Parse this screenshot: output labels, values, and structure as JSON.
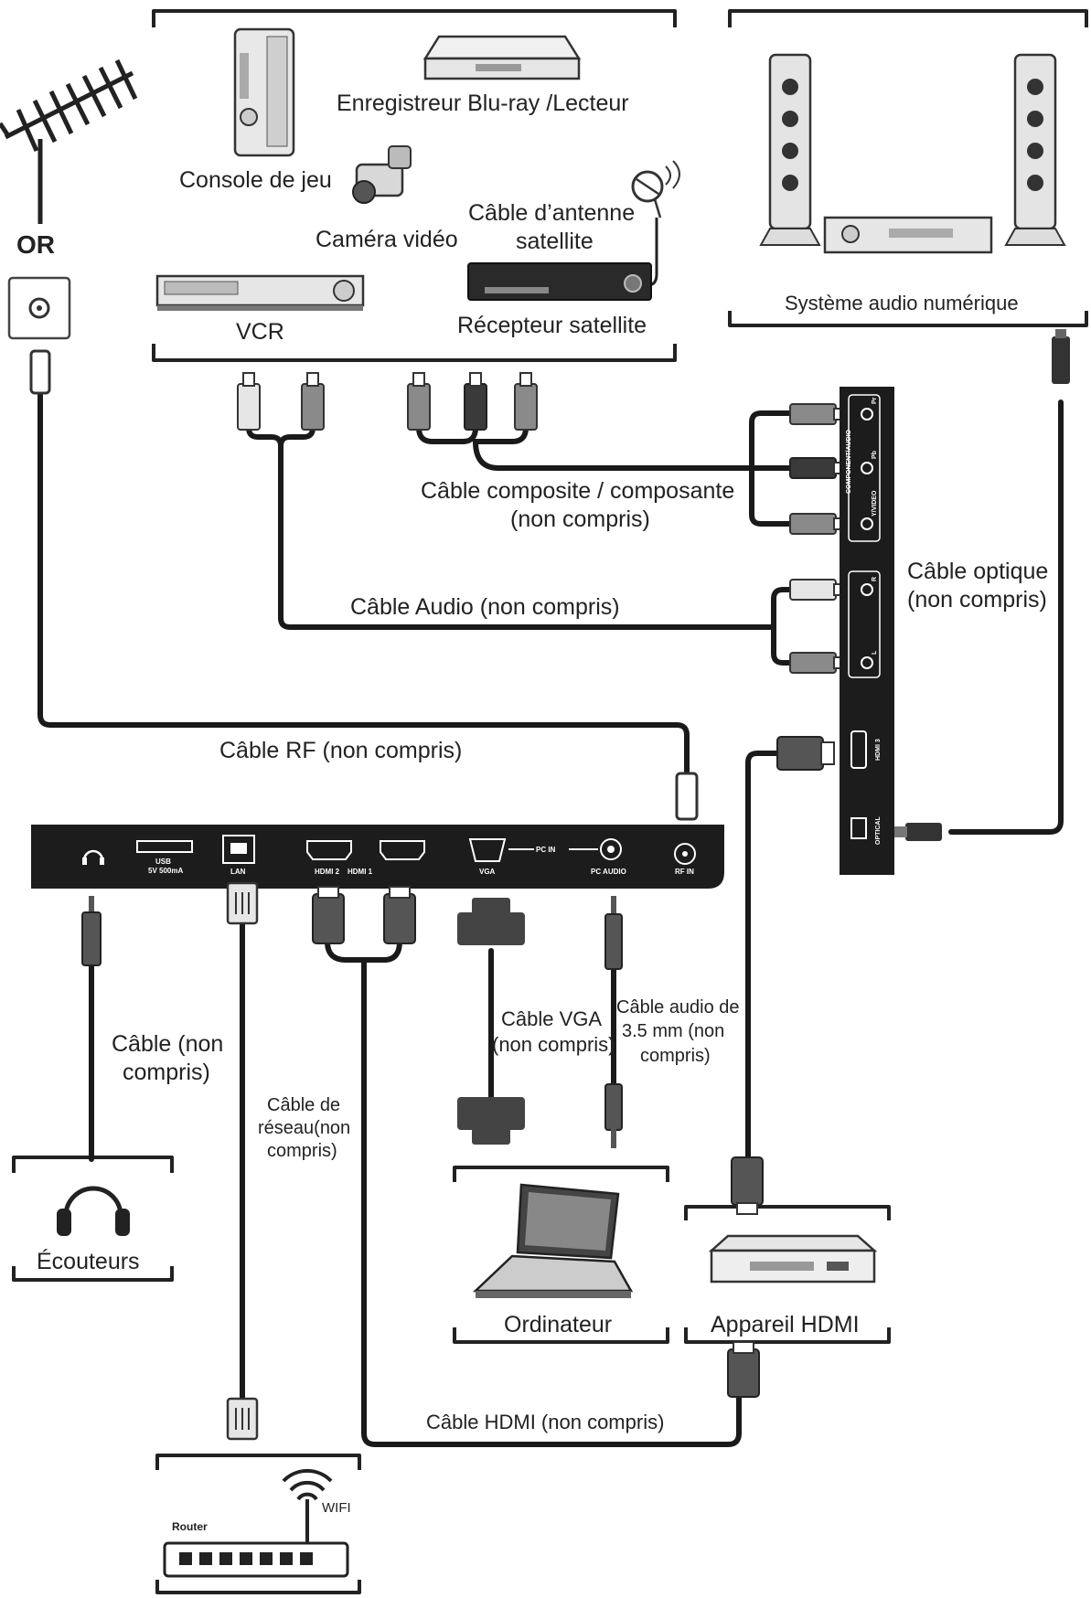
{
  "source": {
    "or_label": "OR",
    "devices": {
      "console": "Console de jeu",
      "bluray": "Enregistreur Blu-ray /Lecteur",
      "camera": "Caméra vidéo",
      "sat_cable_line1": "Câble d’antenne",
      "sat_cable_line2": "satellite",
      "vcr": "VCR",
      "sat_receiver": "Récepteur satellite"
    },
    "audio_system": "Système audio numérique"
  },
  "cables": {
    "composite_line1": "Câble composite / composante",
    "composite_line2": "(non compris)",
    "audio": "Câble Audio (non compris)",
    "optical_line1": "Câble optique",
    "optical_line2": "(non compris)",
    "rf": "Câble RF (non compris)",
    "headphone_line1": "Câble (non",
    "headphone_line2": "compris)",
    "network_line1": "Câble de",
    "network_line2": "réseau(non",
    "network_line3": "compris)",
    "vga_line1": "Câble VGA",
    "vga_line2": "(non compris)",
    "audio35_line1": "Câble audio de",
    "audio35_line2": "3.5 mm (non",
    "audio35_line3": "compris)",
    "hdmi": "Câble HDMI (non compris)"
  },
  "bottom_panel": {
    "usb": "USB",
    "usb_sub": "5V 500mA",
    "lan": "LAN",
    "hdmi2": "HDMI 2",
    "hdmi1": "HDMI 1",
    "vga": "VGA",
    "pc_in": "PC IN",
    "pc_audio": "PC AUDIO",
    "rf_in": "RF IN"
  },
  "side_panel": {
    "component_audio": "COMPONENT/AUDIO",
    "pr": "Pr",
    "pb": "Pb",
    "y_video": "Y/VIDEO",
    "r": "R",
    "l": "L",
    "hdmi3": "HDMI 3",
    "optical": "OPTICAL"
  },
  "destinations": {
    "headphones": "Écouteurs",
    "computer": "Ordinateur",
    "hdmi_device": "Appareil HDMI",
    "router": "Router",
    "wifi": "WIFI"
  },
  "colors": {
    "panel": "#1c1c1c",
    "cable": "#1a1a1a",
    "plug_gray": "#8a8a8a",
    "plug_dark": "#3a3a3a",
    "plug_light": "#e6e6e6"
  }
}
